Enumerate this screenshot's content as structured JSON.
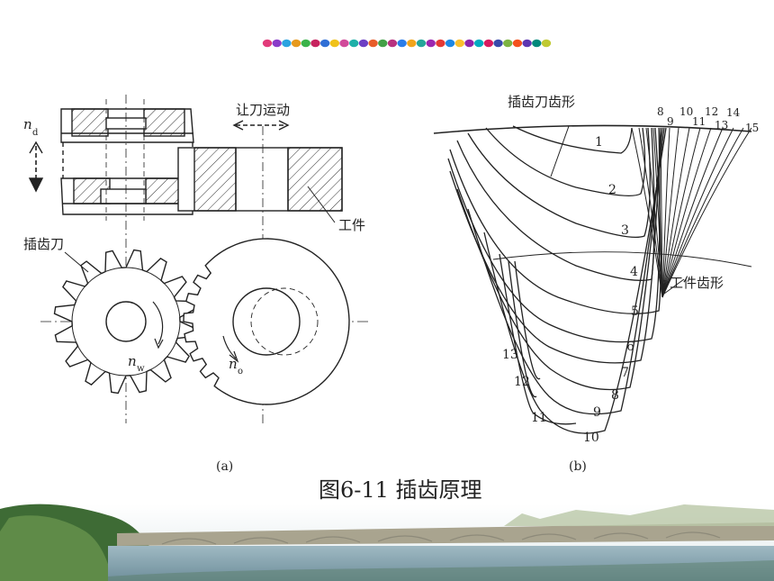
{
  "decor": {
    "dot_colors": [
      "#e23b7a",
      "#8a3cc9",
      "#2aa3e0",
      "#e79a1e",
      "#3bb34a",
      "#c7235f",
      "#2f6fd6",
      "#f0c21a",
      "#d14a9a",
      "#1fb0a8",
      "#6c3fc4",
      "#e85d2a",
      "#43a047",
      "#b83280",
      "#2b7de9",
      "#f2a51c",
      "#26a69a",
      "#9c27b0",
      "#e53935",
      "#1e88e5",
      "#fbc02d",
      "#8e24aa",
      "#00acc1",
      "#d81b60",
      "#3949ab",
      "#7cb342",
      "#f4511e",
      "#5e35b1",
      "#00897b",
      "#c0ca33"
    ]
  },
  "diagram_a": {
    "label_move": "让刀运动",
    "label_nd_main": "n",
    "label_nd_sub": "d",
    "label_workpiece": "工件",
    "label_cutter": "插齿刀",
    "label_nw_main": "n",
    "label_nw_sub": "w",
    "label_no_main": "n",
    "label_no_sub": "o",
    "panel_label": "(a)"
  },
  "diagram_b": {
    "label_cutter_profile": "插齿刀齿形",
    "label_work_profile": "工件齿形",
    "top_numbers": [
      "8",
      "9",
      "10",
      "11",
      "12",
      "13",
      "14",
      "15"
    ],
    "curve_numbers": [
      "1",
      "2",
      "3",
      "4",
      "5",
      "6",
      "7",
      "8",
      "9",
      "10",
      "11",
      "12",
      "13"
    ],
    "panel_label": "(b)"
  },
  "caption": "图6-11 插齿原理"
}
